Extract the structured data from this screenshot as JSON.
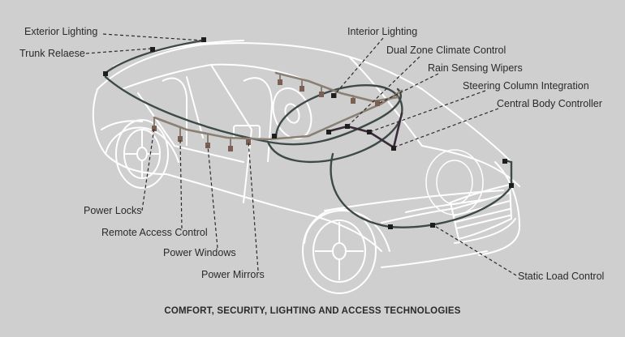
{
  "labels": {
    "exterior_lighting": "Exterior Lighting",
    "trunk_release": "Trunk Relaese",
    "interior_lighting": "Interior Lighting",
    "dual_zone_climate": "Dual Zone Climate Control",
    "rain_sensing_wipers": "Rain Sensing Wipers",
    "steering_column": "Steering Column Integration",
    "central_body_controller": "Central Body Controller",
    "power_locks": "Power Locks",
    "remote_access_control": "Remote Access Control",
    "power_windows": "Power Windows",
    "power_mirrors": "Power Mirrors",
    "static_load_control": "Static Load Control"
  },
  "caption": "COMFORT, SECURITY, LIGHTING AND ACCESS TECHNOLOGIES",
  "colors": {
    "background": "#cfcfcf",
    "outline": "#ffffff",
    "wiring": "#3e4a47",
    "bus": "#3a2b3b",
    "harness": "#8a7f73",
    "node": "#1e1e1e",
    "module": "#7b5f52",
    "text": "#2a2a2a"
  }
}
